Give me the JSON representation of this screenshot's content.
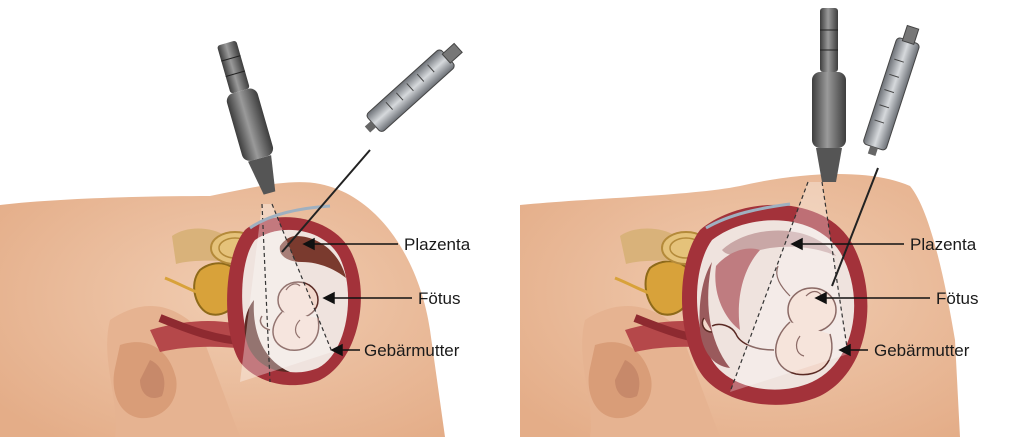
{
  "panels": [
    {
      "labels": {
        "placenta": "Plazenta",
        "fetus": "Fötus",
        "uterus": "Gebärmutter"
      }
    },
    {
      "labels": {
        "placenta": "Plazenta",
        "fetus": "Fötus",
        "uterus": "Gebärmutter"
      }
    }
  ],
  "colors": {
    "skin": "#e8b692",
    "skin_light": "#f3d3bb",
    "uterus_wall": "#a3323a",
    "uterus_inner": "#c8676a",
    "placenta": "#7a3a2e",
    "amniotic": "#efe3de",
    "fetus": "#f2d8cc",
    "fetus_line": "#5a2a24",
    "bladder": "#d8a23a",
    "probe": "#6f6f6f",
    "syringe": "#8f9499"
  }
}
